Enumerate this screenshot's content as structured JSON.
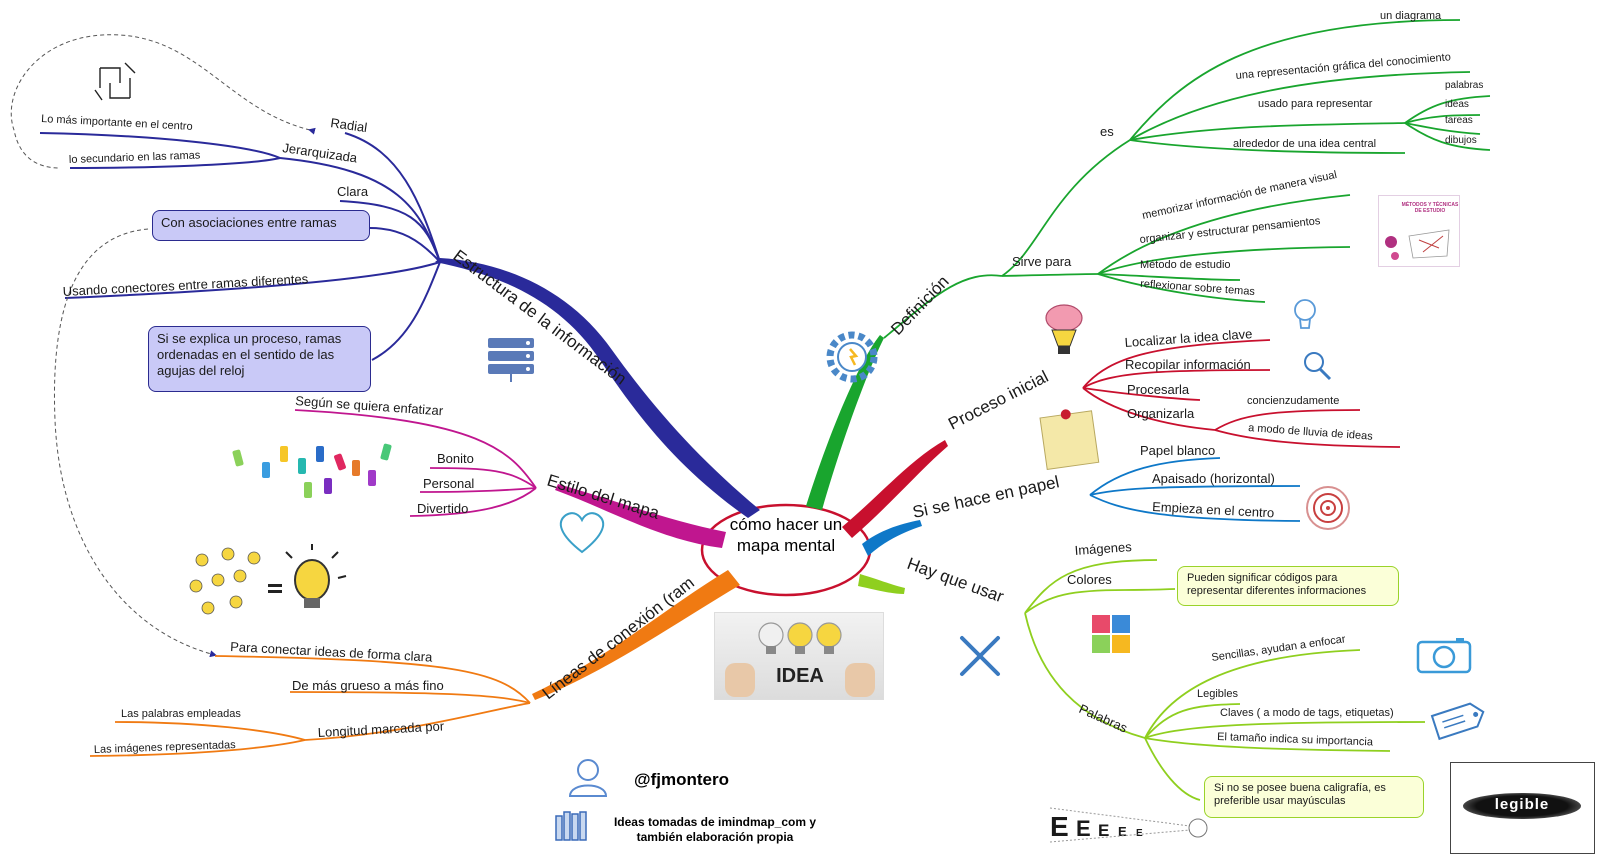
{
  "center": {
    "line1": "cómo hacer un",
    "line2": "mapa mental"
  },
  "branches": {
    "estructura": {
      "title": "Estructura de la información",
      "radial": "Radial",
      "jerarquizada": "Jerarquizada",
      "mas_importante": "Lo más importante en el centro",
      "secundario": "lo secundario en las ramas",
      "clara": "Clara",
      "asociaciones": "Con asociaciones entre ramas",
      "conectores": "Usando conectores entre ramas diferentes",
      "proceso": "Si se explica un proceso, ramas ordenadas en el sentido de las agujas del reloj"
    },
    "estilo": {
      "title": "Estilo del mapa",
      "enfatizar": "Según se quiera enfatizar",
      "bonito": "Bonito",
      "personal": "Personal",
      "divertido": "Divertido"
    },
    "lineas": {
      "title": "Líneas de conexión (ram",
      "conectar": "Para conectar ideas de forma clara",
      "grueso": "De más grueso a más fino",
      "longitud": "Longitud marcada por",
      "palabras": "Las palabras empleadas",
      "imagenes": "Las imágenes representadas"
    },
    "definicion": {
      "title": "Definición",
      "es": "es",
      "diagrama": "un diagrama",
      "representacion": "una representación gráfica del conocimiento",
      "usado": "usado para representar",
      "palabras": "palabras",
      "ideas": "ideas",
      "tareas": "tareas",
      "dibujos": "dibujos",
      "alrededor": "alrededor de una idea central",
      "sirve": "Sirve para",
      "memorizar": "memorizar información de manera visual",
      "organizar": "organizar y estructurar pensamientos",
      "metodo": "Método de estudio",
      "reflexionar": "reflexionar sobre temas"
    },
    "proceso": {
      "title": "Proceso inicial",
      "localizar": "Localizar la idea clave",
      "recopilar": "Recopilar información",
      "procesarla": "Procesarla",
      "organizarla": "Organizarla",
      "concienzudamente": "concienzudamente",
      "lluvia": "a modo de lluvia de ideas"
    },
    "papel": {
      "title": "Si se hace en papel",
      "blanco": "Papel blanco",
      "apaisado": "Apaisado (horizontal)",
      "centro": "Empieza en el centro"
    },
    "usar": {
      "title": "Hay que usar",
      "imagenes": "Imágenes",
      "colores": "Colores",
      "colores_nota": "Pueden significar códigos para representar diferentes informaciones",
      "palabras": "Palabras",
      "sencillas": "Sencillas, ayudan a enfocar",
      "legibles": "Legibles",
      "claves": "Claves ( a modo de tags, etiquetas)",
      "tamano": "El tamaño indica su importancia",
      "caligrafia": "Si no se posee buena caligrafía, es preferible usar mayúsculas"
    }
  },
  "credits": {
    "handle": "@fjmontero",
    "source_line1": "Ideas tomadas de imindmap_com y",
    "source_line2": "también elaboración propia"
  },
  "images": {
    "idea_word": "IDEA",
    "legible": "legible",
    "book_title": "MÉTODOS Y TÉCNICAS DE ESTUDIO",
    "eye_chart": "EEEEE"
  },
  "colors": {
    "estructura": "#2a2a9a",
    "estilo": "#c0168f",
    "lineas": "#f07a12",
    "definicion": "#19a52e",
    "proceso": "#c8102e",
    "papel": "#0e78c8",
    "usar": "#8fcf1f"
  },
  "icons": [
    "hands-frame-icon",
    "server-icon",
    "colored-markers-icon",
    "heart-icon",
    "bulbs-equals-bulb-icon",
    "gear-bulb-icon",
    "brain-bulb-icon",
    "magnifier-icon",
    "small-bulb-icon",
    "sticky-note-icon",
    "target-icon",
    "puzzle-icon",
    "tools-icon",
    "camera-icon",
    "tag-icon",
    "user-icon",
    "books-icon",
    "eye-chart-icon"
  ]
}
